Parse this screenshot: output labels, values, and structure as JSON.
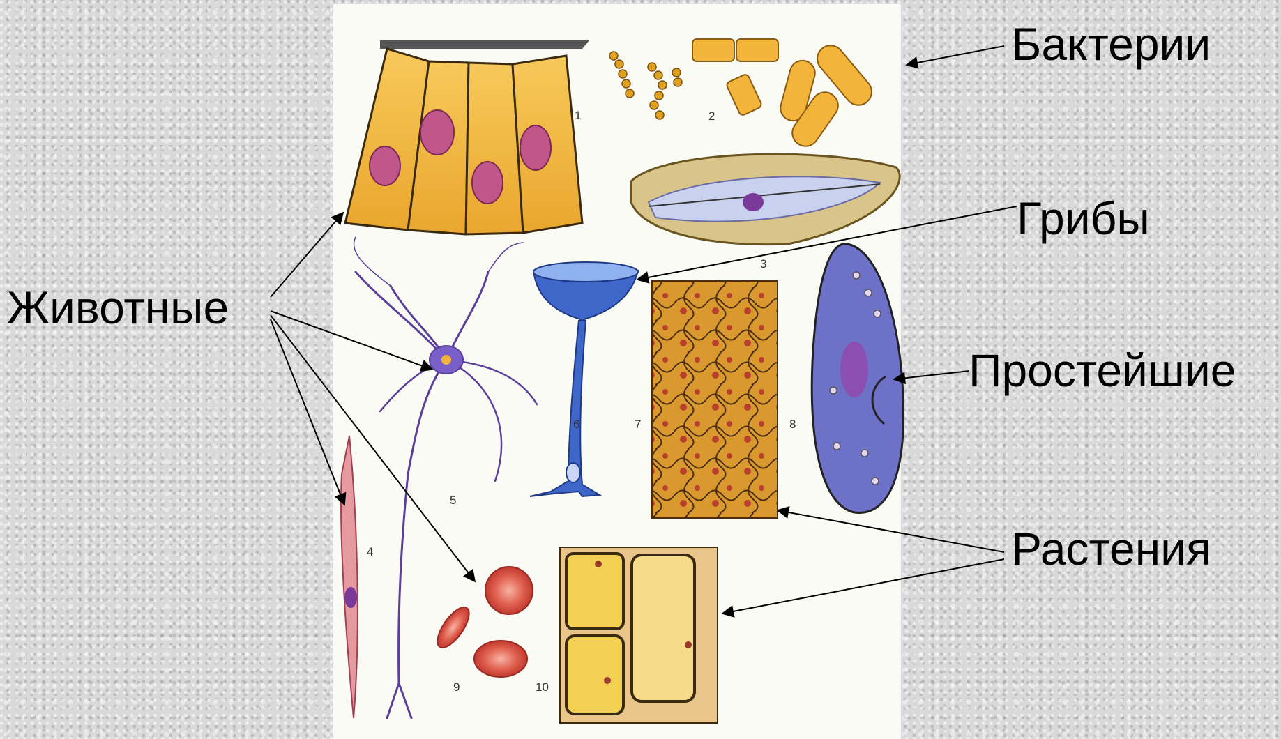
{
  "labels": {
    "animals": "Животные",
    "bacteria": "Бактерии",
    "fungi": "Грибы",
    "protists": "Простейшие",
    "plants": "Растения"
  },
  "figure_numbers": [
    "1",
    "2",
    "3",
    "4",
    "5",
    "6",
    "7",
    "8",
    "9",
    "10"
  ],
  "colors": {
    "panel": "#fbfbf5",
    "epithelium": "#f2b43a",
    "nucleus": "#c0568a",
    "neuron": "#5b3f9b",
    "fungus": "#3f66c9",
    "protist": "#6d72c8",
    "tissue": "#c9892a",
    "muscle": "#d8707a",
    "blood": "#d9483d",
    "plant_cell": "#f3cf52"
  }
}
